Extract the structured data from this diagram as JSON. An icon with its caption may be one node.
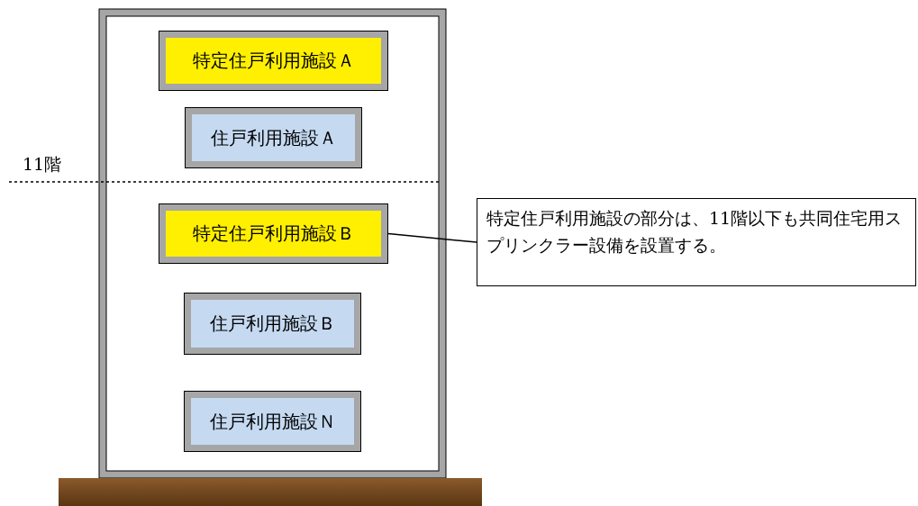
{
  "diagram": {
    "nodes": [
      {
        "text": [
          "特定住戸利用施設Ａ"
        ]
      },
      {
        "text": [
          "住戸利用施設Ａ"
        ]
      },
      {
        "text": [
          "特定住戸利用施設Ｂ"
        ]
      },
      {
        "text": [
          "住戸利用施設Ｂ"
        ]
      },
      {
        "text": [
          "住戸利用施設Ｎ"
        ]
      },
      {
        "text": [
          "特定住戸利用施設の部分は、11階以下も共同住宅用スプリンクラー設備を設置する。"
        ]
      }
    ],
    "edges": [
      {
        "from": 5,
        "to": 2,
        "arrow": "none"
      }
    ],
    "labels": [
      "11階"
    ]
  }
}
